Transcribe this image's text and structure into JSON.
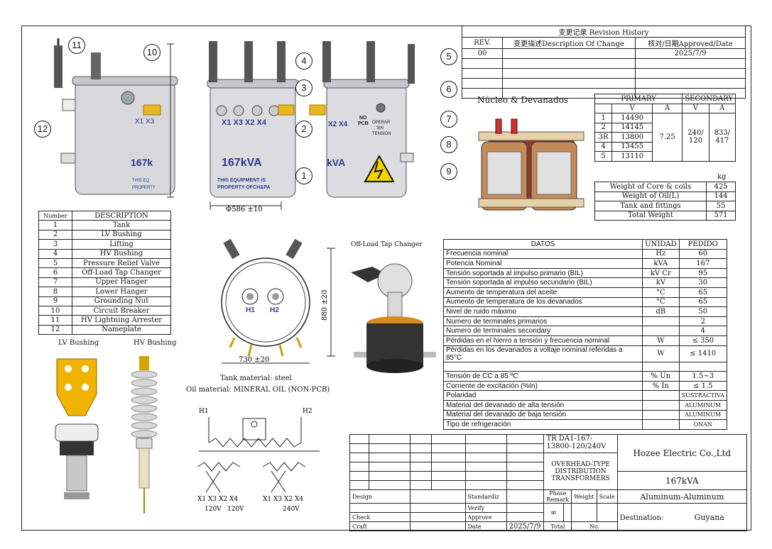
{
  "revision": {
    "title": "变更记录 Revision History",
    "headers": [
      "REV.",
      "变更描述Description Of Change",
      "核对/日期Approved/Date"
    ],
    "rows": [
      [
        "00",
        "",
        "2025/7/9"
      ],
      [
        "",
        "",
        ""
      ],
      [
        "",
        "",
        ""
      ],
      [
        "",
        "",
        ""
      ],
      [
        "",
        "",
        ""
      ]
    ]
  },
  "callouts": [
    "1",
    "2",
    "3",
    "4",
    "5",
    "6",
    "7",
    "8",
    "9",
    "10",
    "11",
    "12"
  ],
  "drawing_text": {
    "lv_terminals": "X1 X3 X2 X4",
    "kva_badge": "167kVA",
    "property_note": "THIS EQUIPMENT IS PROPERTY OFCH&PA",
    "no_pcb": "NO PCB",
    "operar": "OPERAR SIN TENSIÓN",
    "diameter": "Φ586 ±10",
    "width_dim": "730 ±20",
    "height_dim": "880 ±20",
    "h1": "H1",
    "h2": "H2",
    "core_title": "Núcleo & Devanados",
    "tap_title": "Off-Load Tap Changer",
    "lv_bushing": "LV Bushing",
    "hv_bushing": "HV Bushing",
    "tank_material": "Tank material: steel",
    "oil_material": "Oil material: MINERAL OIL (NON-PCB)",
    "wiring_h1": "H1",
    "wiring_h2": "H2",
    "wiring_x_left": "X1 X3 X2 X4",
    "wiring_x_right": "X1 X3 X2 X4",
    "v120a": "120V",
    "v120b": "120V",
    "v240": "240V"
  },
  "description_table": {
    "headers": [
      "Number",
      "DESCRIPTION"
    ],
    "rows": [
      [
        "1",
        "Tank"
      ],
      [
        "2",
        "LV Bushing"
      ],
      [
        "3",
        "Lifting"
      ],
      [
        "4",
        "HV Bushing"
      ],
      [
        "5",
        "Pressure Relief Valve"
      ],
      [
        "6",
        "Off-Load Tap Changer"
      ],
      [
        "7",
        "Upper Hanger"
      ],
      [
        "8",
        "Lower Hanger"
      ],
      [
        "9",
        "Grounding Nut"
      ],
      [
        "10",
        "Circuit Breaker"
      ],
      [
        "11",
        "HV Lightning Arrester"
      ],
      [
        "12",
        "Nameplate"
      ]
    ]
  },
  "voltage_table": {
    "primary": "PRIMARY",
    "secondary": "SECONDARY",
    "v": "V",
    "a": "A",
    "taps": [
      [
        "1",
        "14490"
      ],
      [
        "2",
        "14145"
      ],
      [
        "3R",
        "13800"
      ],
      [
        "4",
        "13455"
      ],
      [
        "5",
        "13110"
      ]
    ],
    "primary_current": "7.25",
    "secondary_voltage": "240/ 120",
    "secondary_current": "833/ 417"
  },
  "weight_table": {
    "unit": "kg",
    "rows": [
      [
        "Weight of Core & coils",
        "425"
      ],
      [
        "Weight of Oil(L)",
        "144"
      ],
      [
        "Tank and fittings",
        "55"
      ],
      [
        "Total Weight",
        "571"
      ]
    ]
  },
  "datos": {
    "headers": [
      "DATOS",
      "UNIDAD",
      "PEDIDO"
    ],
    "rows": [
      [
        "Frecuencia nominal",
        "Hz",
        "60"
      ],
      [
        "Potencia Nominal",
        "kVA",
        "167"
      ],
      [
        "Tensión soportada al impulso primario (BIL)",
        "kV Cr",
        "95"
      ],
      [
        "Tensión soportada al impulso secundario (BIL)",
        "kV",
        "30"
      ],
      [
        "Aumento de temperatura del aceite",
        "°C",
        "65"
      ],
      [
        "Aumento de temperatura de los devanados",
        "°C",
        "65"
      ],
      [
        "Nivel de ruido máximo",
        "dB",
        "50"
      ],
      [
        "Numero de terminales primarios",
        "",
        "2"
      ],
      [
        "Numero de terminales secondary",
        "",
        "4"
      ],
      [
        "Pérdidas en el hierro a tensión y frecuencia nominal",
        "W",
        "≤ 350"
      ],
      [
        "Pérdidas en los devanados a voltaje nominal referidas a 85°C",
        "W",
        "≤ 1410"
      ],
      [
        "",
        "",
        ""
      ],
      [
        "Tensión de CC a 85 ºC",
        "% Un",
        "1.5~3"
      ],
      [
        "Corriente de excitación (%In)",
        "% In",
        "≤ 1.5"
      ],
      [
        "Polaridad",
        "",
        "SUSTRACTIVA"
      ],
      [
        "Material del devanado de alta tensión",
        "",
        "ALUMINUM"
      ],
      [
        "Material del devanado de baja tensión",
        "",
        "ALUMINUM"
      ],
      [
        "Tipo de refrigeración",
        "",
        "ONAN"
      ]
    ]
  },
  "title_block": {
    "model": "TR DA1-167-13800-120/240V",
    "title": "OVERHEAD-TYPE DISTRIBUTION TRANSFORMERS",
    "company": "Hozee Electric Co.,Ltd",
    "kva": "167kVA",
    "material": "Aluminum-Aluminum",
    "destination_label": "Destination:",
    "destination": "Guyana",
    "design": "Design",
    "standardize": "Standardiz",
    "verify": "Verify",
    "check": "Check",
    "approve": "Approve",
    "craft": "Craft",
    "date_label": "Date",
    "date": "2025/7/9",
    "phase_remark": "Phase Remark",
    "weight": "Weight",
    "scale": "Scale",
    "infinity": "∞",
    "total": "Total",
    "no": "No."
  }
}
